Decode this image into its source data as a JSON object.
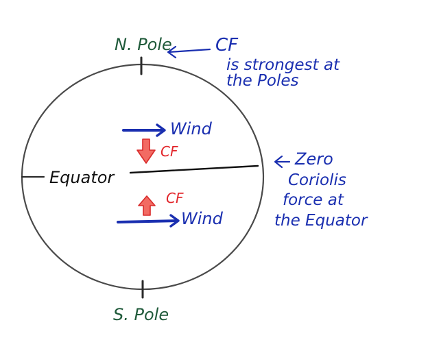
{
  "poles": {
    "north": "N. Pole",
    "south": "S. Pole"
  },
  "equator": {
    "label": "Equator"
  },
  "northern_hemisphere": {
    "wind_label": "Wind",
    "force_label": "CF"
  },
  "southern_hemisphere": {
    "wind_label": "Wind",
    "force_label": "CF"
  },
  "notes": {
    "poles_note": {
      "line1": "CF",
      "line2": "is strongest at",
      "line3": "the Poles"
    },
    "equator_note": {
      "line1": "Zero",
      "line2": "Coriolis",
      "line3": "force at",
      "line4": "the Equator"
    }
  },
  "colors": {
    "globe_outline": "#4a4a4a",
    "pole_label": "#1f5a3a",
    "wind": "#1a2fb0",
    "coriolis_force": "#e2262b",
    "notes": "#1a2fb0",
    "equator_text": "#111111"
  }
}
